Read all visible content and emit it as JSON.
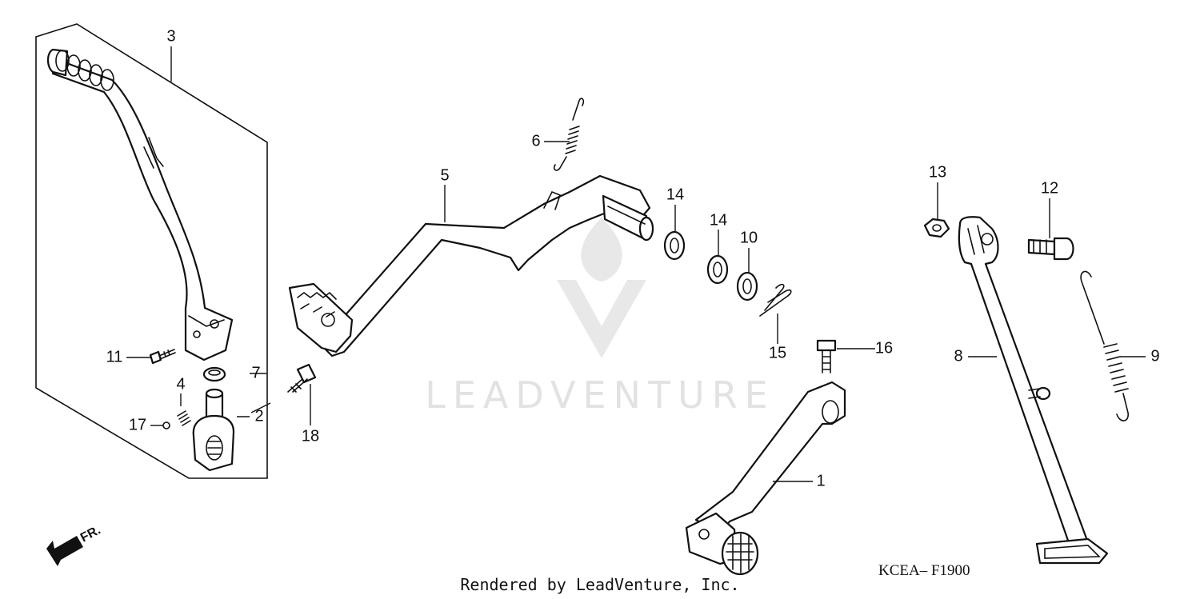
{
  "watermark": {
    "brand": "LEADVENTURE",
    "logo_icon": "leadventure-flame-v-icon"
  },
  "orientation": {
    "label": "FR.",
    "icon": "arrow-down-left-icon"
  },
  "diagram_code": "KCEA– F1900",
  "footer": "Rendered by LeadVenture, Inc.",
  "callouts": {
    "c1": "1",
    "c2": "2",
    "c3": "3",
    "c4": "4",
    "c5": "5",
    "c6": "6",
    "c7": "7",
    "c8": "8",
    "c9": "9",
    "c10": "10",
    "c11": "11",
    "c12": "12",
    "c13": "13",
    "c14a": "14",
    "c14b": "14",
    "c15": "15",
    "c16": "16",
    "c17": "17",
    "c18": "18"
  }
}
